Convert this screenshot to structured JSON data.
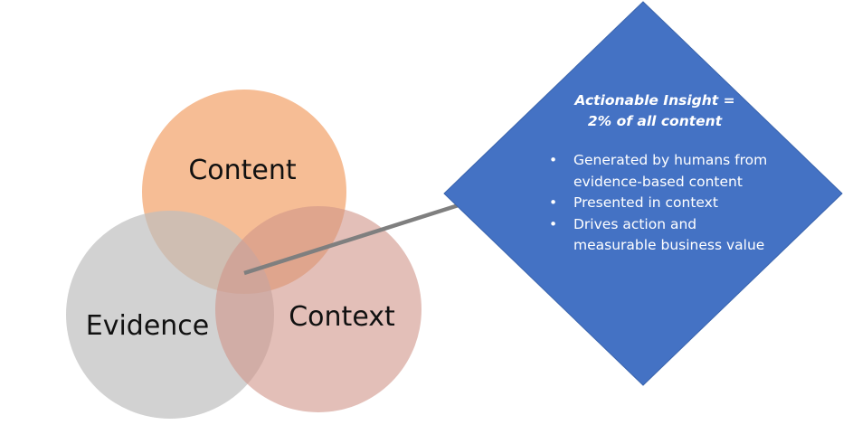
{
  "venn": {
    "circles": [
      {
        "id": "content",
        "label": "Content",
        "color": "#f4b183"
      },
      {
        "id": "evidence",
        "label": "Evidence",
        "color": "#bfbfbf"
      },
      {
        "id": "context",
        "label": "Context",
        "color": "#d9a49a"
      }
    ],
    "connector_color": "#7f7f7f"
  },
  "insight": {
    "fill_color": "#4472c4",
    "title_line1": "Actionable Insight  =",
    "title_line2": "2% of all content",
    "bullets": [
      "Generated by humans from evidence-based content",
      "Presented in context",
      "Drives action and measurable business value"
    ],
    "bullet_glyph": "•"
  }
}
